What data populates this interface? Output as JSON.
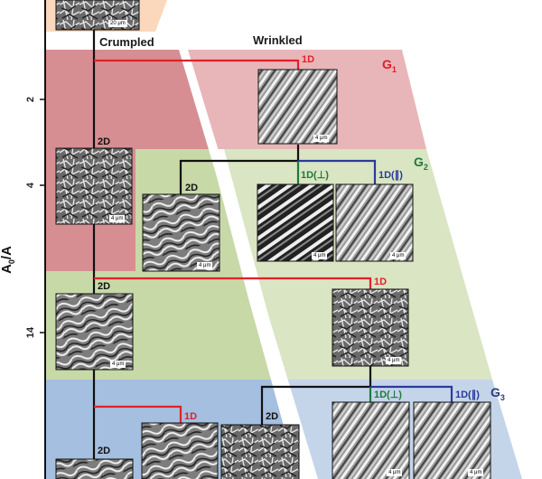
{
  "axis": {
    "label_main": "A",
    "label_sub": "0",
    "label_tail": "/A",
    "ticks": [
      "2",
      "4",
      "14"
    ]
  },
  "headers": {
    "crumpled": "Crumpled",
    "wrinkled": "Wrinkled"
  },
  "groups": {
    "g1": {
      "main": "G",
      "sub": "1"
    },
    "g2": {
      "main": "G",
      "sub": "2"
    },
    "g3": {
      "main": "G",
      "sub": "3"
    }
  },
  "branch_labels": {
    "b1": "1D",
    "b2": "2D",
    "b3": "2D",
    "b4": "1D(⊥)",
    "b5": "1D(∥)",
    "b6": "2D",
    "b7": "1D",
    "b8": "1D",
    "b9": "2D",
    "b10": "1D(⊥)",
    "b11": "1D(∥)",
    "b12": "2D"
  },
  "scale_bars": {
    "top": "20 μm",
    "micro": "4 μm"
  },
  "colors": {
    "orange_band": "#fbd8bb",
    "pink_band": "#e3a0a2",
    "pink_dark": "#d78e92",
    "green_band": "#d6e3bd",
    "green_dark": "#c8d9a8",
    "blue_band": "#a4bfdf",
    "blue_light": "#c4d5ea",
    "red_line": "#e2202a",
    "green_line": "#1e7a3a",
    "blue_line": "#2b3a9a",
    "g1_text": "#d8202b",
    "g2_text": "#1e7a3a",
    "g3_text": "#2b3a7a"
  }
}
